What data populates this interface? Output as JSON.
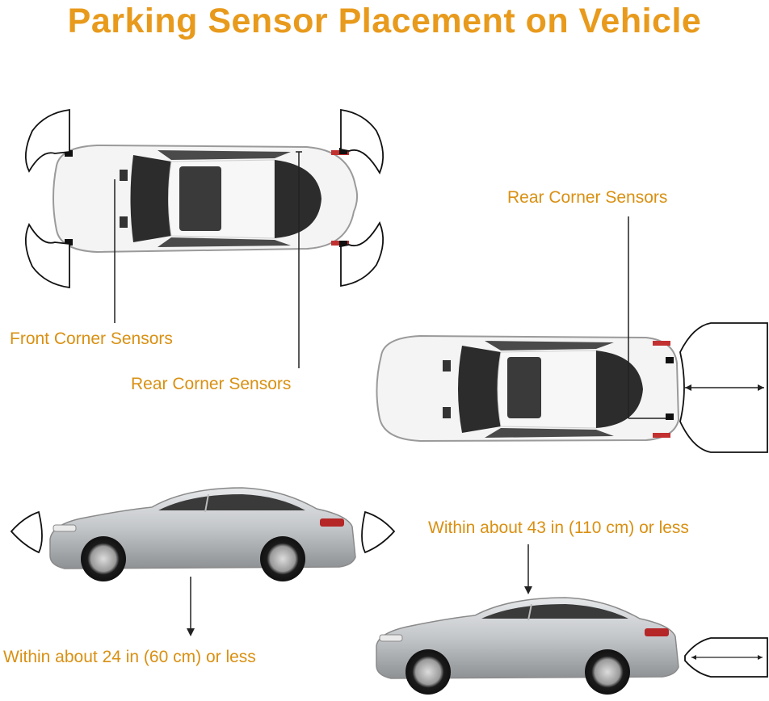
{
  "title": "Parking Sensor Placement on Vehicle",
  "labels": {
    "front_corner": "Front Corner Sensors",
    "rear_corner_top": "Rear Corner Sensors",
    "rear_corner_left": "Rear Corner Sensors",
    "distance_rear": "Within about 43 in (110 cm) or less",
    "distance_front": "Within about 24 in (60 cm) or less"
  },
  "colors": {
    "title": "#e89a1c",
    "label": "#d99012",
    "line": "#222222",
    "car_body_top": "#f2f2f2",
    "car_glass": "#2b2b2b",
    "car_side": "#bfc2c5"
  }
}
